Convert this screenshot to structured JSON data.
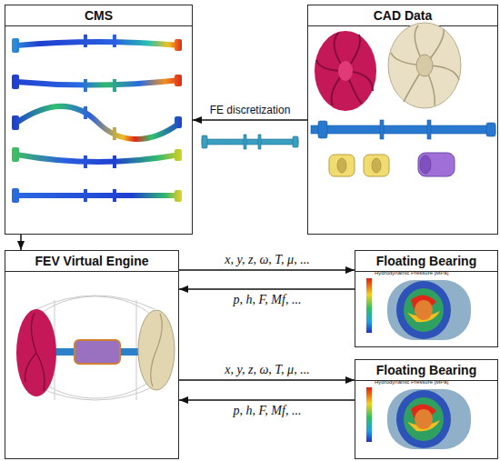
{
  "diagram": {
    "nodes": [
      {
        "text": [
          "CMS"
        ]
      },
      {
        "text": [
          "CAD Data"
        ]
      },
      {
        "text": [
          "FEV Virtual Engine"
        ]
      },
      {
        "text": [
          "Floating Bearing"
        ]
      },
      {
        "text": [
          "Floating Bearing"
        ]
      }
    ],
    "edges": [
      {
        "from": 1,
        "to": 0,
        "arrow": "to",
        "label": "FE discretization"
      },
      {
        "from": 0,
        "to": 2,
        "arrow": "to"
      },
      {
        "from": 2,
        "to": 3,
        "arrow": "to",
        "label": "x, y, z, ω, T, μ, ..."
      },
      {
        "from": 3,
        "to": 2,
        "arrow": "to",
        "label": "p, h, F, Mf, ..."
      },
      {
        "from": 2,
        "to": 4,
        "arrow": "to",
        "label": "x, y, z, ω, T, μ, ..."
      },
      {
        "from": 4,
        "to": 2,
        "arrow": "to",
        "label": "p, h, F, Mf, ..."
      }
    ],
    "labels": [
      "Hydrodynamic Pressure [MPa]",
      "Hydrodynamic Pressure [MPa]"
    ]
  }
}
